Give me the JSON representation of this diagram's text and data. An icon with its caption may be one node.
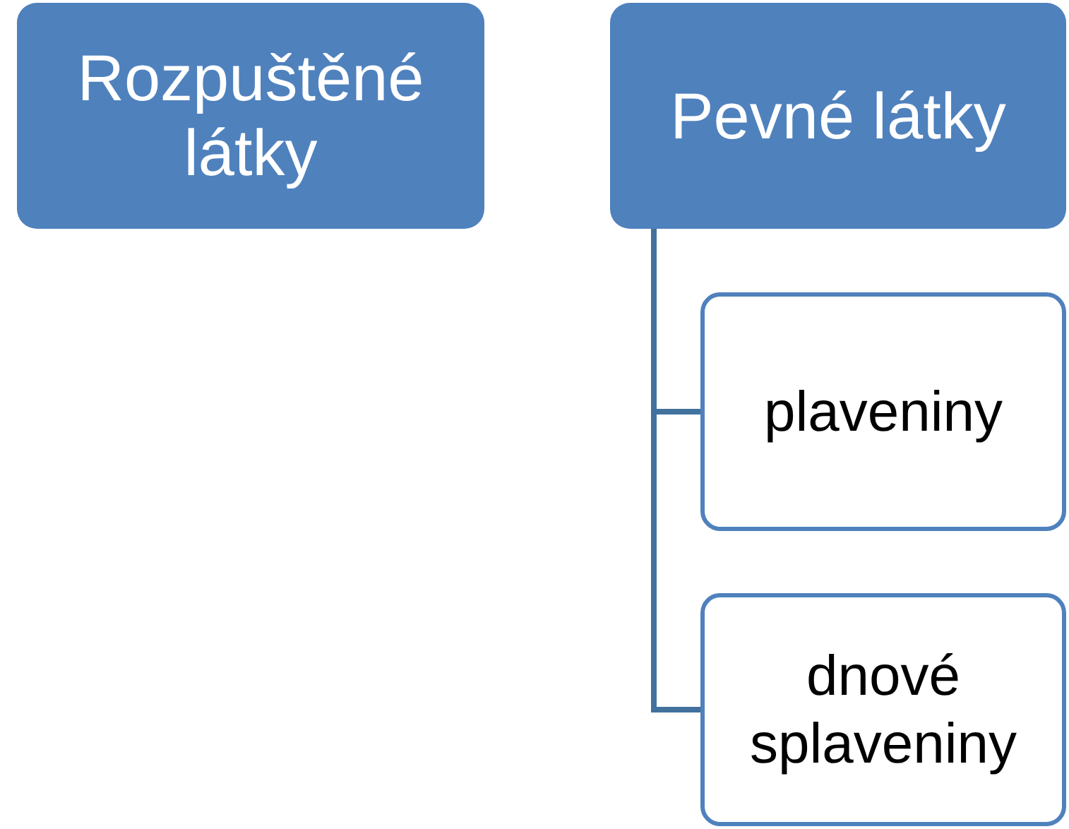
{
  "diagram": {
    "nodes": [
      {
        "text": [
          "Rozpuštěné látky"
        ]
      },
      {
        "text": [
          "Pevné látky"
        ]
      },
      {
        "text": [
          "plaveniny"
        ]
      },
      {
        "text": [
          "dnové splaveniny"
        ]
      }
    ],
    "edges": [
      {
        "from": 1,
        "to": 2,
        "arrow": "none"
      },
      {
        "from": 1,
        "to": 3,
        "arrow": "none"
      }
    ]
  }
}
